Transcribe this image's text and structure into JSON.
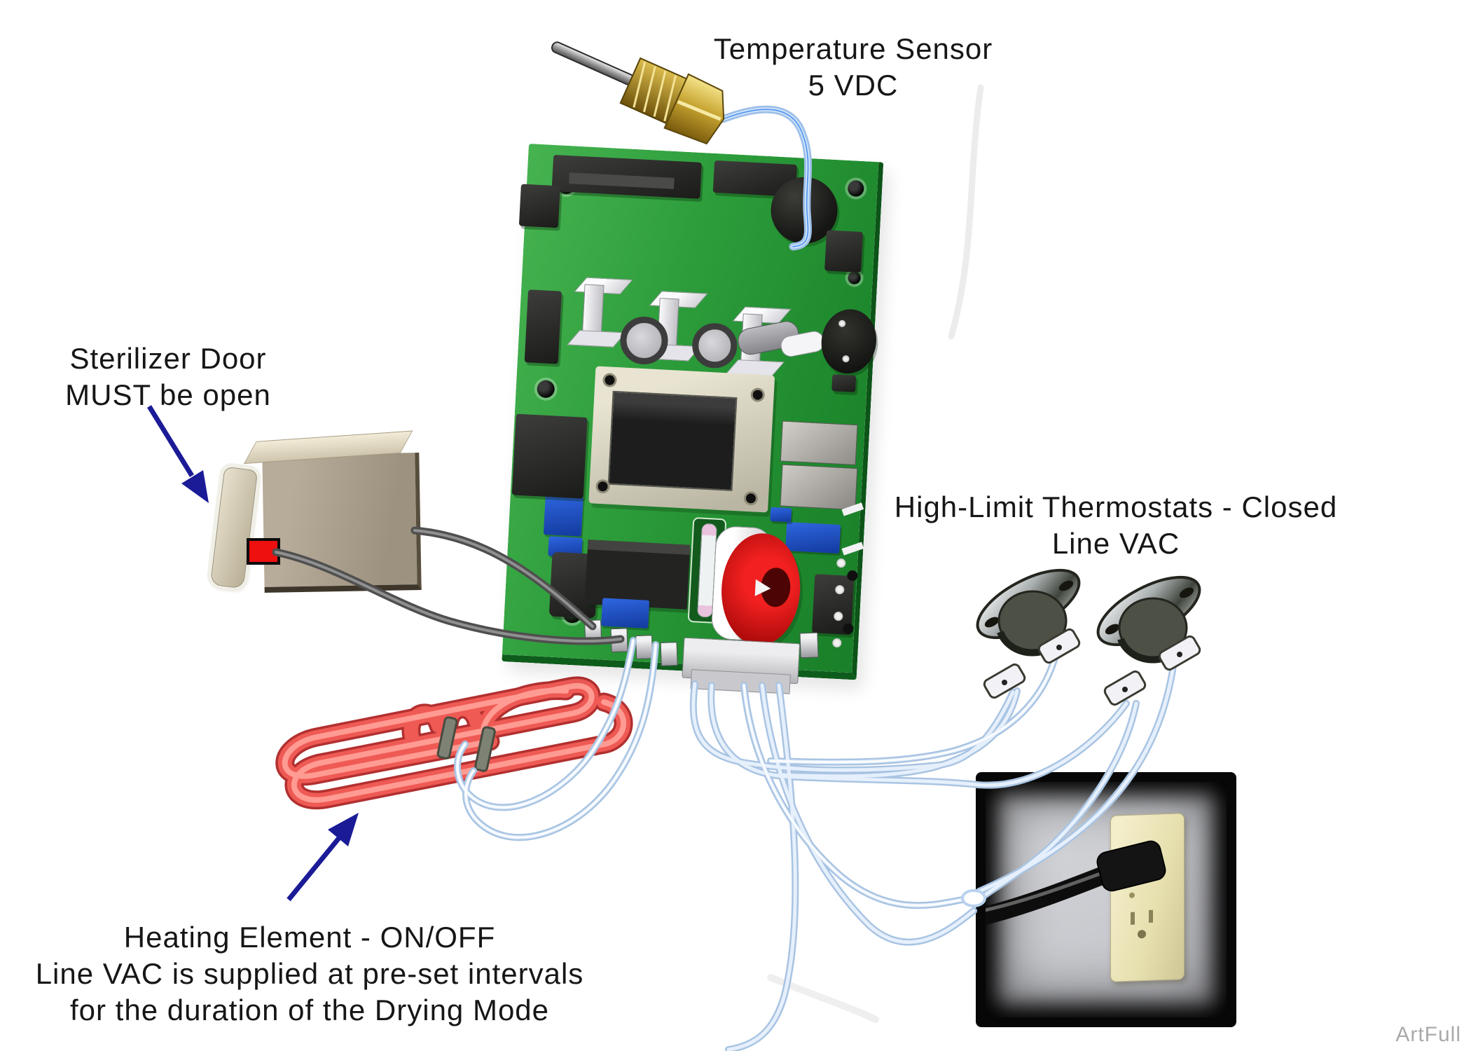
{
  "labels": {
    "temperature_sensor": {
      "line1": "Temperature Sensor",
      "line2": "5 VDC"
    },
    "sterilizer_door": {
      "line1": "Sterilizer Door",
      "line2": "MUST be open"
    },
    "high_limit": {
      "line1": "High-Limit Thermostats - Closed",
      "line2": "Line VAC"
    },
    "heating_element": {
      "line1": "Heating Element - ON/OFF",
      "line2": "Line VAC is supplied at pre-set intervals",
      "line3": "for the duration of the Drying Mode"
    }
  },
  "watermark": "ArtFull",
  "colors": {
    "pcb_green": "#2d9d3b",
    "arrow_navy": "#1b1b97",
    "wire_blue_outer": "#a9c4e2",
    "wire_blue_inner": "#eef5fd",
    "wire_gray": "#4f4f4f",
    "heater_red": "#ef5a55",
    "door_tan": "#a99c8a",
    "outlet_cream": "#e6dfae",
    "text": "#161616",
    "watermark_gray": "#a9a9a9"
  },
  "components": [
    "printed-circuit-board",
    "temperature-sensor-probe",
    "sensor-wire",
    "piezo-buzzer",
    "display-module",
    "power-relays",
    "glass-fuse",
    "red-toroid-transformer",
    "door-switch",
    "door-switch-wires",
    "heating-element-coil",
    "high-limit-thermostat-left",
    "high-limit-thermostat-right",
    "wall-outlet-photo",
    "power-cord",
    "line-vac-wires"
  ]
}
